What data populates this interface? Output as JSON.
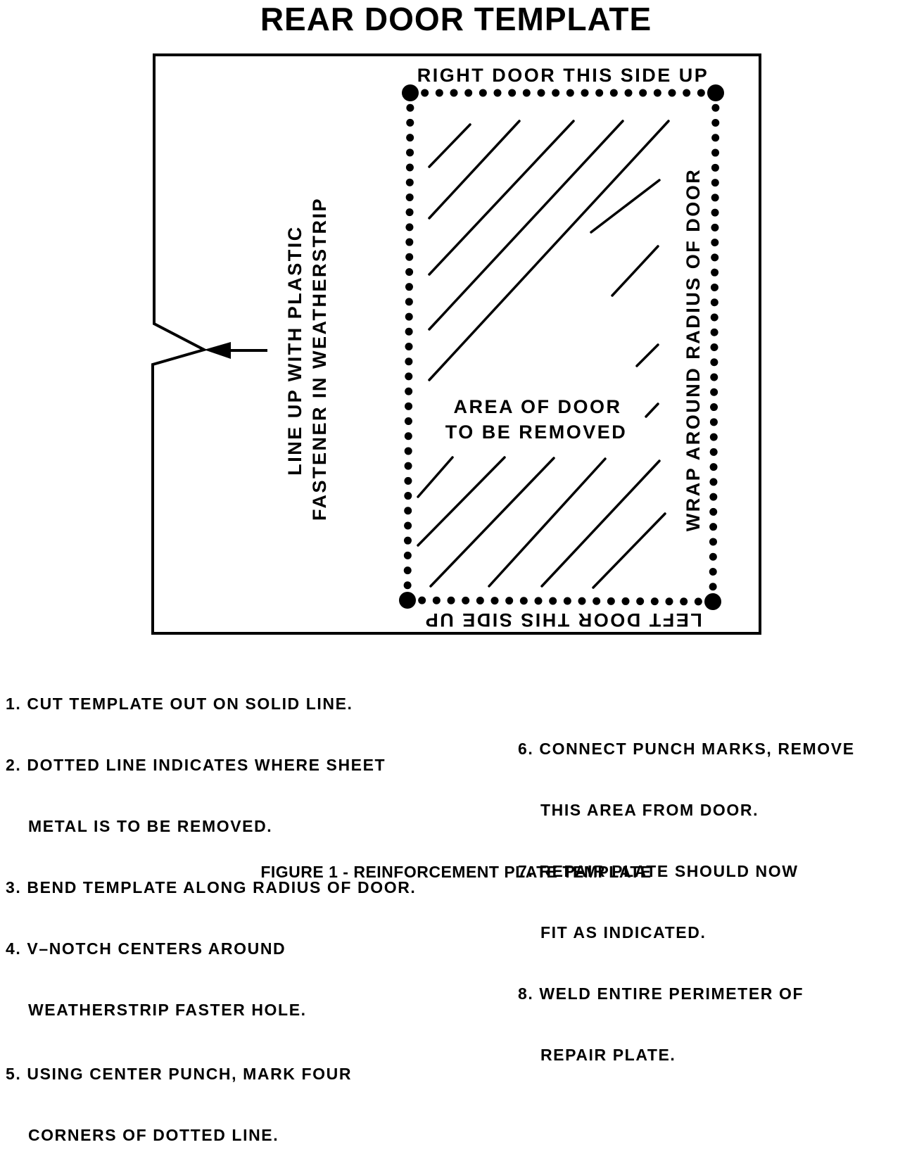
{
  "title": "REAR DOOR TEMPLATE",
  "diagram": {
    "top_label": "RIGHT DOOR THIS SIDE UP",
    "bottom_label": "LEFT DOOR THIS SIDE UP",
    "right_label": "WRAP AROUND RADIUS OF DOOR",
    "left_label_line1": "LINE UP WITH PLASTIC",
    "left_label_line2": "FASTENER IN WEATHERSTRIP",
    "center_label_line1": "AREA OF DOOR",
    "center_label_line2": "TO BE REMOVED"
  },
  "instructions_left": [
    "1. CUT TEMPLATE OUT ON SOLID LINE.",
    "2. DOTTED LINE INDICATES WHERE SHEET",
    "    METAL IS TO BE REMOVED.",
    "3. BEND TEMPLATE ALONG RADIUS OF DOOR.",
    "4. V–NOTCH CENTERS AROUND",
    "    WEATHERSTRIP FASTER HOLE.",
    "5. USING CENTER PUNCH, MARK FOUR",
    "    CORNERS OF DOTTED LINE."
  ],
  "instructions_right": [
    "6. CONNECT PUNCH MARKS, REMOVE",
    "    THIS AREA FROM DOOR.",
    "7. REPAIR PLATE SHOULD NOW",
    "    FIT AS INDICATED.",
    "8. WELD ENTIRE PERIMETER OF",
    "    REPAIR PLATE."
  ],
  "caption": "FIGURE 1 - REINFORCEMENT PLATE TEMPLATE"
}
